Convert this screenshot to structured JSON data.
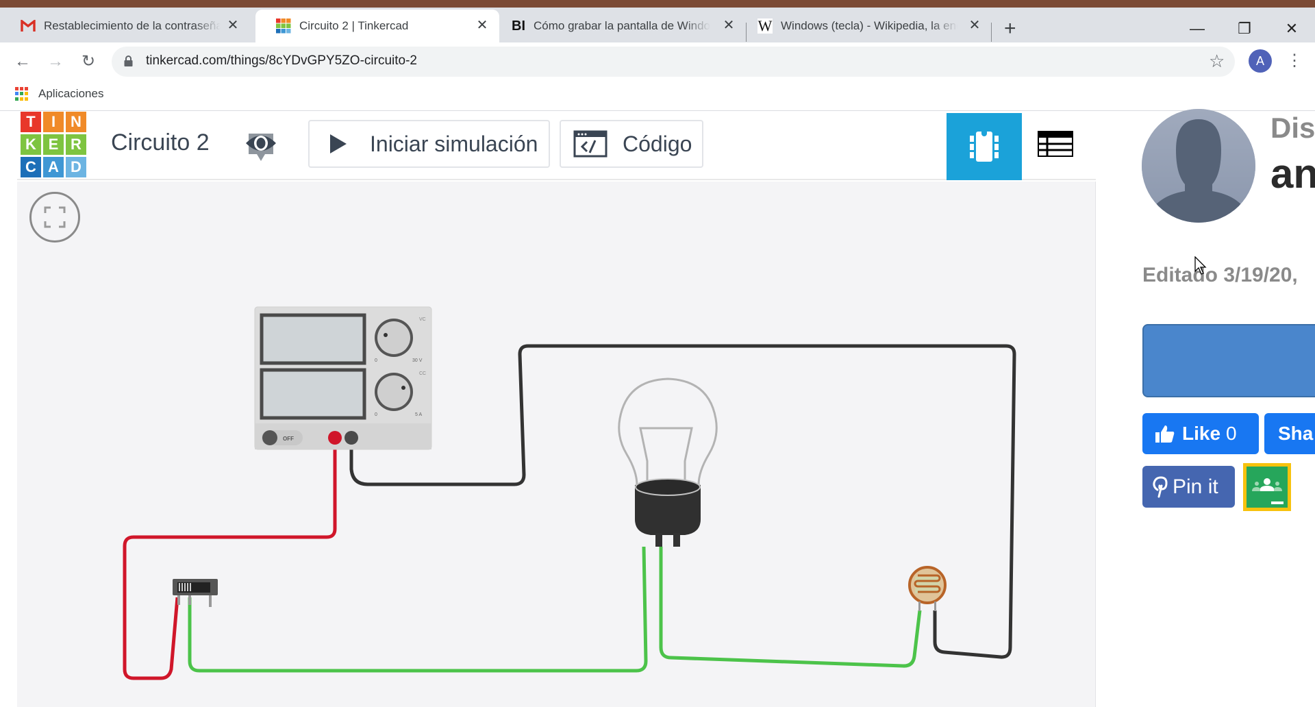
{
  "browser": {
    "tabs": [
      {
        "title": "Restablecimiento de la contraseña",
        "favicon": "gmail-icon",
        "active": false
      },
      {
        "title": "Circuito 2 | Tinkercad",
        "favicon": "tinkercad-icon",
        "active": true
      },
      {
        "title": "Cómo grabar la pantalla de Windows",
        "favicon": "bi-icon",
        "favicon_text": "BI",
        "active": false
      },
      {
        "title": "Windows (tecla) - Wikipedia, la enciclopedia libre",
        "favicon": "wikipedia-icon",
        "favicon_text": "W",
        "active": false
      }
    ],
    "tab_close_glyph": "✕",
    "new_tab_glyph": "+",
    "window_controls": {
      "minimize": "—",
      "restore": "❐",
      "close": "✕"
    },
    "nav": {
      "back": "←",
      "forward": "→",
      "reload": "↻"
    },
    "url": "tinkercad.com/things/8cYDvGPY5ZO-circuito-2",
    "star_glyph": "☆",
    "profile_initial": "A",
    "menu_glyph": "⋮",
    "bookmarks": {
      "apps_label": "Aplicaciones"
    }
  },
  "tinkercad": {
    "logo_letters": [
      "T",
      "I",
      "N",
      "K",
      "E",
      "R",
      "C",
      "A",
      "D"
    ],
    "logo_colors": [
      "#e8372a",
      "#f08a28",
      "#f08a28",
      "#7ec440",
      "#7ec440",
      "#7ec440",
      "#1d6fb8",
      "#3f97d4",
      "#6cb4e2"
    ],
    "project_title": "Circuito 2",
    "simulate_label": "Iniciar simulación",
    "code_label": "Código",
    "accent": "#1ba2d9"
  },
  "circuit": {
    "power_supply": {
      "voltage_label_max": "30 V",
      "current_label_max": "5 A",
      "min_label": "0",
      "vc_label": "VC",
      "cc_label": "CC",
      "switch_label": "OFF"
    },
    "components": [
      "power-supply",
      "slide-switch",
      "light-bulb",
      "photoresistor"
    ],
    "wire_colors": {
      "red": "#d0162a",
      "black": "#333333",
      "green": "#4cc34a"
    }
  },
  "sidebar": {
    "heading_partial": "Dise",
    "author_partial": "an",
    "edited": "Editado 3/19/20,",
    "like_label": "Like",
    "like_count": "0",
    "share_label": "Sha",
    "pin_label": "Pin it"
  }
}
